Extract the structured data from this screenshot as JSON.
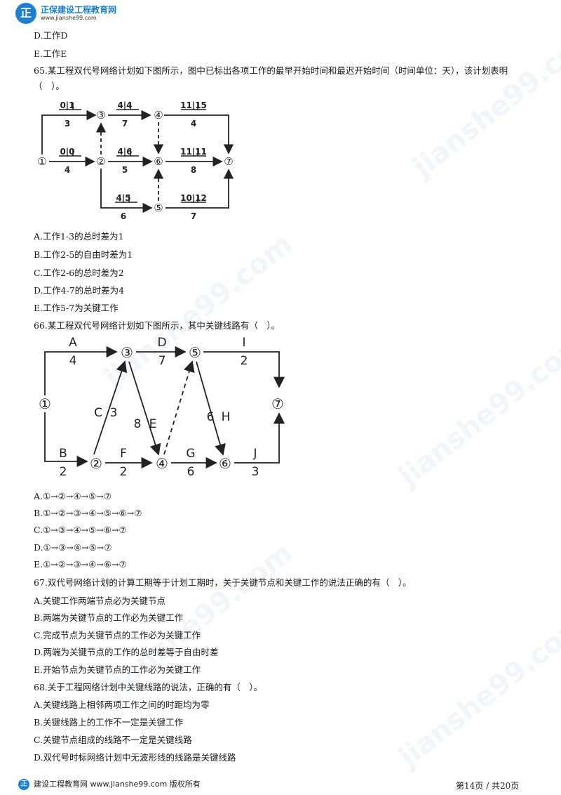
{
  "header": {
    "logo_mark": "正",
    "logo_title": "正保建设工程教育网",
    "logo_url": "www.jianshe99.com"
  },
  "prev_options": [
    "D.工作D",
    "E.工作E"
  ],
  "q65": {
    "text": "65.某工程双代号网络计划如下图所示，图中已标出各项工作的最早开始时间和最迟开始时间（时间单位：天），该计划表明（　）。",
    "diagram": {
      "nodes": [
        "①",
        "②",
        "③",
        "④",
        "⑤",
        "⑥",
        "⑦"
      ],
      "labels": [
        {
          "times": "0|1",
          "duration": "3"
        },
        {
          "times": "4|4",
          "duration": "7"
        },
        {
          "times": "11|15",
          "duration": "4"
        },
        {
          "times": "0|0",
          "duration": "4"
        },
        {
          "times": "4|6",
          "duration": "5"
        },
        {
          "times": "11|11",
          "duration": "8"
        },
        {
          "times": "4|5",
          "duration": "6"
        },
        {
          "times": "10|12",
          "duration": "7"
        }
      ]
    },
    "options": [
      "A.工作1-3的总时差为1",
      "B.工作2-5的自由时差为1",
      "C.工作2-6的总时差为2",
      "D.工作4-7的总时差为4",
      "E.工作5-7为关键工作"
    ]
  },
  "q66": {
    "text": "66.某工程双代号网络计划如下图所示，其中关键线路有（　）。",
    "diagram": {
      "nodes": [
        "①",
        "②",
        "③",
        "④",
        "⑤",
        "⑥",
        "⑦"
      ],
      "works": [
        {
          "name": "A",
          "duration": "4"
        },
        {
          "name": "D",
          "duration": "7"
        },
        {
          "name": "I",
          "duration": "2"
        },
        {
          "name": "B",
          "duration": "2"
        },
        {
          "name": "F",
          "duration": "2"
        },
        {
          "name": "G",
          "duration": "6"
        },
        {
          "name": "J",
          "duration": "3"
        },
        {
          "name": "C",
          "duration": "3"
        },
        {
          "name": "E",
          "duration": "8"
        },
        {
          "name": "H",
          "duration": "6"
        }
      ]
    },
    "options": [
      "A.①→②→④→⑤→⑦",
      "B.①→②→③→④→⑤→⑥→⑦",
      "C.①→③→④→⑤→⑥→⑦",
      "D.①→③→④→⑤→⑦",
      "E.①→②→③→④→⑥→⑦"
    ]
  },
  "q67": {
    "text": "67.双代号网络计划的计算工期等于计划工期时，关于关键节点和关键工作的说法正确的有（　）。",
    "options": [
      "A.关键工作两端节点必为关键节点",
      "B.两端为关键节点的工作必为关键工作",
      "C.完成节点为关键节点的工作必为关键工作",
      "D.两端为关键节点的工作的总时差等于自由时差",
      "E.开始节点为关键节点的工作必为关键工作"
    ]
  },
  "q68": {
    "text": "68.关于工程网络计划中关键线路的说法，正确的有（　）。",
    "options": [
      "A.关键线路上相邻两项工作之间的时距均为零",
      "B.关键线路上的工作不一定是关键工作",
      "C.关键节点组成的线路不一定是关键线路",
      "D.双代号时标网络计划中无波形线的线路是关键线路"
    ]
  },
  "footer": {
    "logo_mark": "正",
    "brand": "建设工程教育网 www.jianshe99.com 版权所有",
    "page": "第14页 / 共20页"
  }
}
